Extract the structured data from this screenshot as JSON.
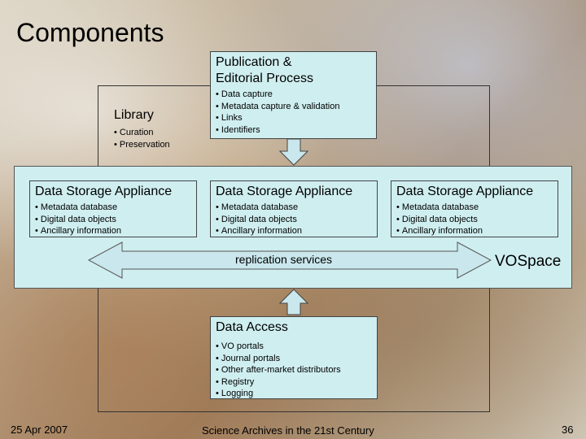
{
  "title": "Components",
  "publication": {
    "title_lines": [
      "Publication &",
      "Editorial Process"
    ],
    "items": [
      "Data capture",
      "Metadata capture & validation",
      "Links",
      "Identifiers"
    ]
  },
  "library": {
    "title": "Library",
    "items": [
      "Curation",
      "Preservation"
    ]
  },
  "storage": [
    {
      "title": "Data Storage Appliance",
      "items": [
        "Metadata database",
        "Digital data objects",
        "Ancillary information"
      ]
    },
    {
      "title": "Data Storage Appliance",
      "items": [
        "Metadata database",
        "Digital data objects",
        "Ancillary information"
      ]
    },
    {
      "title": "Data Storage Appliance",
      "items": [
        "Metadata database",
        "Digital data objects",
        "Ancillary information"
      ]
    }
  ],
  "replication_label": "replication services",
  "vospace_label": "VOSpace",
  "data_access": {
    "title": "Data Access",
    "items": [
      "VO portals",
      "Journal portals",
      "Other after-market distributors",
      "Registry",
      "Logging"
    ]
  },
  "footer": {
    "date": "25 Apr 2007",
    "center": "Science Archives in the 21st Century",
    "page": "36"
  },
  "colors": {
    "box_fill": "#cfeef0",
    "arrow_fill": "#c9e7ec"
  }
}
